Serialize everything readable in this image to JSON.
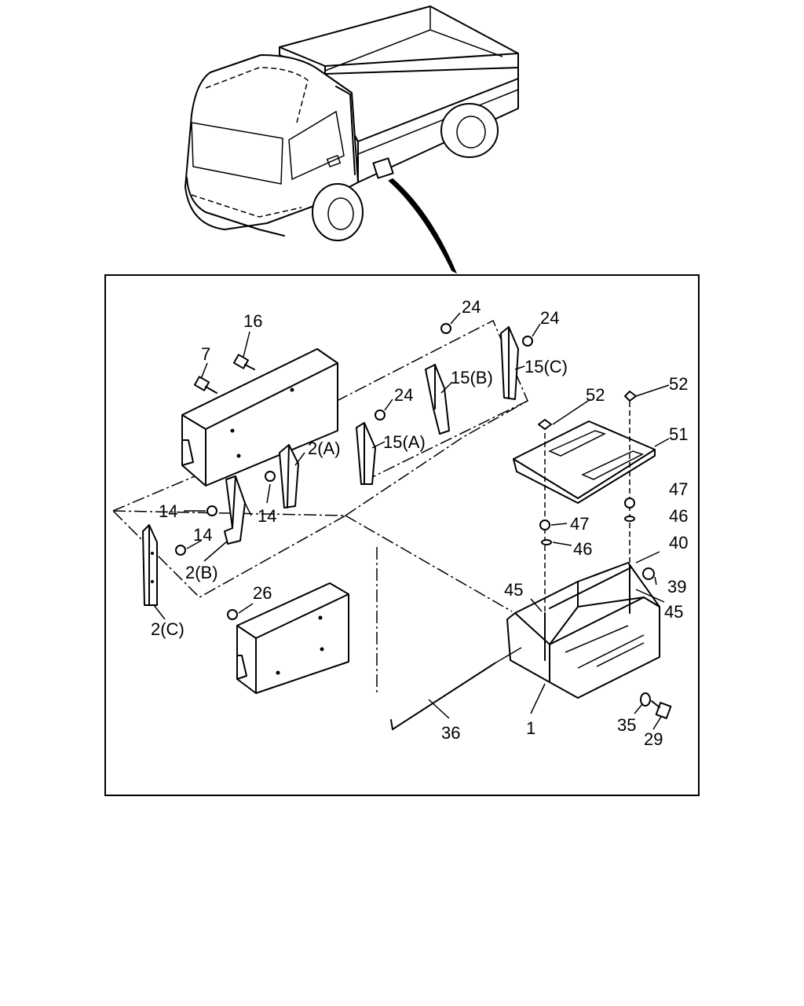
{
  "callouts": [
    {
      "id": "c-1",
      "text": "1"
    },
    {
      "id": "c-2a",
      "text": "2(A)"
    },
    {
      "id": "c-2b",
      "text": "2(B)"
    },
    {
      "id": "c-2c",
      "text": "2(C)"
    },
    {
      "id": "c-7",
      "text": "7"
    },
    {
      "id": "c-14a",
      "text": "14"
    },
    {
      "id": "c-14b",
      "text": "14"
    },
    {
      "id": "c-14c",
      "text": "14"
    },
    {
      "id": "c-15a",
      "text": "15(A)"
    },
    {
      "id": "c-15b",
      "text": "15(B)"
    },
    {
      "id": "c-15c",
      "text": "15(C)"
    },
    {
      "id": "c-16",
      "text": "16"
    },
    {
      "id": "c-24a",
      "text": "24"
    },
    {
      "id": "c-24b",
      "text": "24"
    },
    {
      "id": "c-24c",
      "text": "24"
    },
    {
      "id": "c-26",
      "text": "26"
    },
    {
      "id": "c-29",
      "text": "29"
    },
    {
      "id": "c-35",
      "text": "35"
    },
    {
      "id": "c-36",
      "text": "36"
    },
    {
      "id": "c-39",
      "text": "39"
    },
    {
      "id": "c-40",
      "text": "40"
    },
    {
      "id": "c-45a",
      "text": "45"
    },
    {
      "id": "c-45b",
      "text": "45"
    },
    {
      "id": "c-46a",
      "text": "46"
    },
    {
      "id": "c-46b",
      "text": "46"
    },
    {
      "id": "c-47a",
      "text": "47"
    },
    {
      "id": "c-47b",
      "text": "47"
    },
    {
      "id": "c-51",
      "text": "51"
    },
    {
      "id": "c-52a",
      "text": "52"
    },
    {
      "id": "c-52b",
      "text": "52"
    }
  ]
}
